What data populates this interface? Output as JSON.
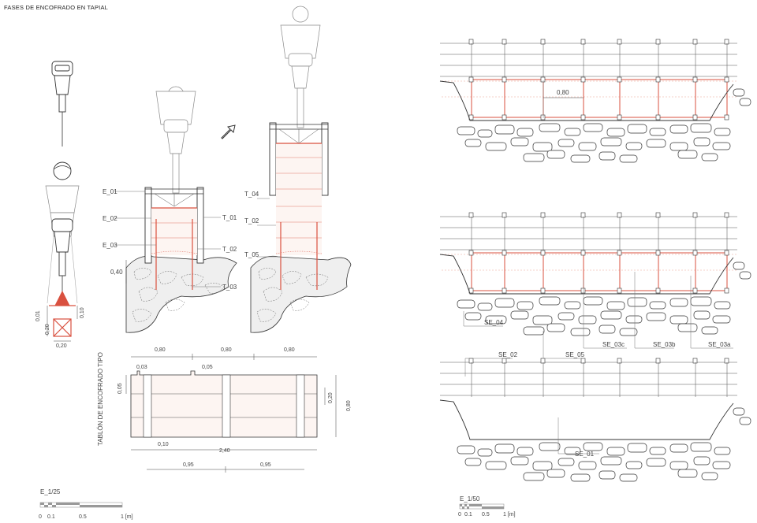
{
  "sheet": {
    "title": "FASES DE ENCOFRADO EN TAPIAL"
  },
  "left_scale": {
    "label": "E_1/25",
    "ticks": [
      "0",
      "0.1",
      "0.5",
      "1 [m]"
    ]
  },
  "right_scale": {
    "label": "E_1/50",
    "ticks": [
      "0",
      "0.1",
      "0.5",
      "1 [m]"
    ]
  },
  "rammer_detail": {
    "dims": [
      "0,01",
      "0,20",
      "0,10",
      "0,20"
    ]
  },
  "section_labels": {
    "left": [
      "E_01",
      "E_02",
      "E_03"
    ],
    "right": [
      "T_01",
      "T_02",
      "T_03"
    ],
    "height": "0,40"
  },
  "section2_labels": [
    "T_04",
    "T_02",
    "T_05"
  ],
  "plank": {
    "title": "TABLÓN DE ENCOFRADO TIPO",
    "top_dims": [
      "0,80",
      "0,80",
      "0,80"
    ],
    "small_dims": [
      "0,03",
      "0,05",
      "0,05"
    ],
    "side_dims": [
      "0,20",
      "0,80"
    ],
    "bottom_dims": [
      "0,10",
      "2,40",
      "0,95",
      "0,95"
    ]
  },
  "elevation_labels": {
    "spacing": "0,80",
    "callouts": [
      "SE_04",
      "SE_05",
      "SE_03c",
      "SE_03b",
      "SE_03a",
      "SE_02",
      "SE_01"
    ]
  }
}
